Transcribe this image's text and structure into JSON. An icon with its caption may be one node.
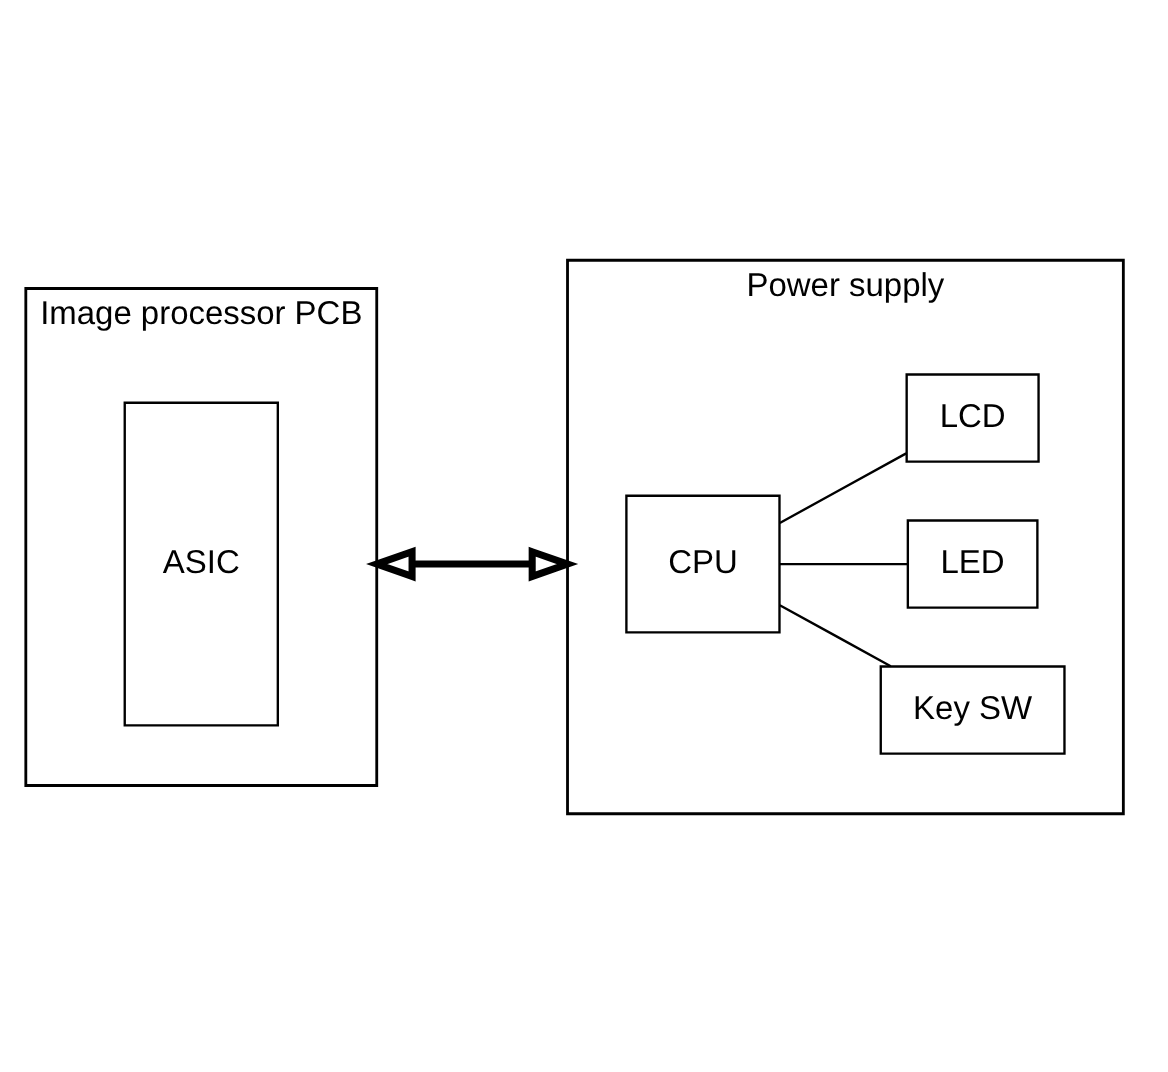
{
  "diagram": {
    "nodes": [
      {
        "text": [
          "Image processor PCB"
        ]
      },
      {
        "text": [
          "ASIC"
        ],
        "in": 0
      },
      {
        "text": [
          "Power supply"
        ]
      },
      {
        "text": [
          "CPU"
        ],
        "in": 2
      },
      {
        "text": [
          "Key SW"
        ],
        "in": 2
      },
      {
        "text": [
          "LED"
        ],
        "in": 2
      },
      {
        "text": [
          "LCD"
        ],
        "in": 2
      }
    ],
    "edges": [
      {
        "from": 0,
        "to": 2,
        "arrow": "both",
        "style": "thick"
      },
      {
        "from": 3,
        "to": 4,
        "arrow": "none"
      },
      {
        "from": 3,
        "to": 5,
        "arrow": "none"
      },
      {
        "from": 3,
        "to": 6,
        "arrow": "none"
      }
    ]
  }
}
